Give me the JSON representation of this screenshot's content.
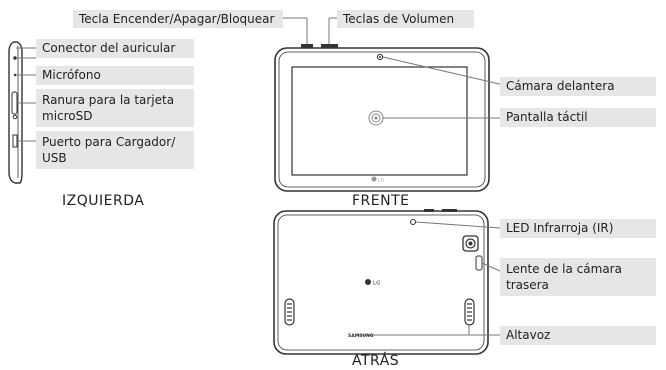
{
  "labels": {
    "power_key": "Tecla Encender/Apagar/Bloquear",
    "volume_keys": "Teclas de Volumen",
    "headset_jack": "Conector del auricular",
    "microphone": "Micrófono",
    "microsd_slot": "Ranura para la tarjeta microSD",
    "charger_port": "Puerto para Cargador/ USB",
    "front_camera": "Cámara delantera",
    "touch_screen": "Pantalla táctil",
    "ir_led": "LED Infrarroja (IR)",
    "rear_camera_lens": "Lente de la cámara trasera",
    "speaker": "Altavoz"
  },
  "views": {
    "left": "IZQUIERDA",
    "front": "FRENTE",
    "back": "ATRÁS"
  },
  "logos": {
    "front_logo": "LG",
    "back_logo": "LG",
    "brand_mark": "SAMSUNG"
  },
  "colors": {
    "label_bg": "#e6e6e6",
    "line": "#777777",
    "device_outline": "#333333"
  }
}
